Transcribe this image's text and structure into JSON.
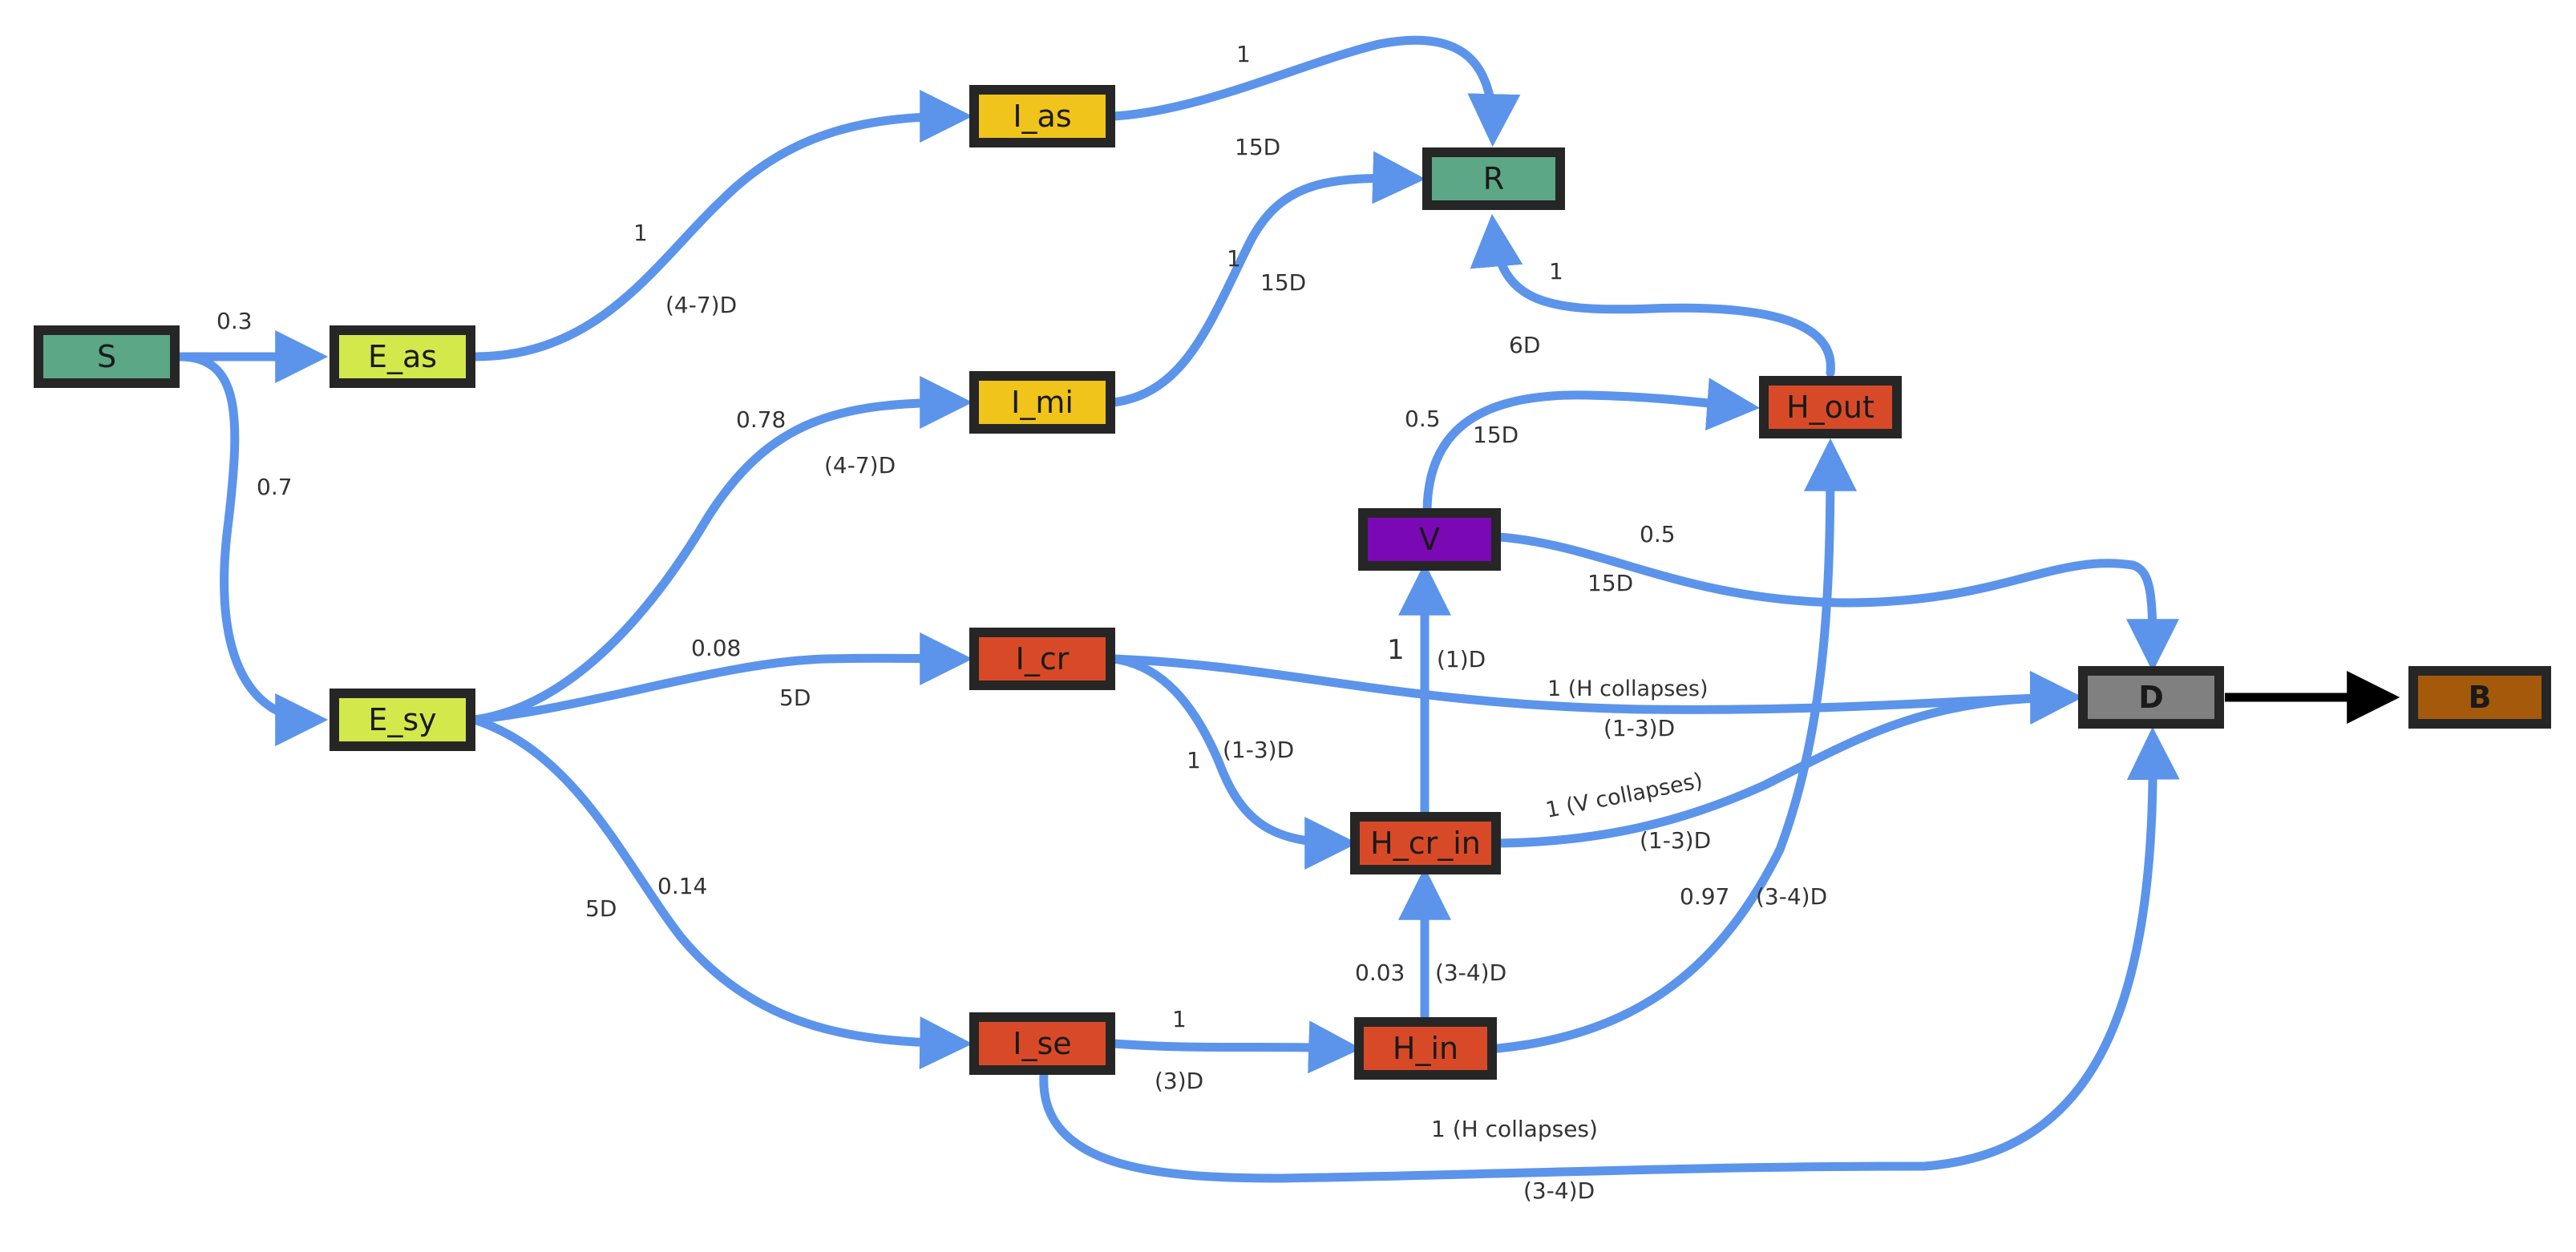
{
  "colors": {
    "edge": "#5b94ea",
    "edge_black": "#000000",
    "node_border": "#262626",
    "teal": "#5ba786",
    "lime": "#d3e84a",
    "yellow": "#f0c41b",
    "red": "#d84a27",
    "purple": "#7b08b5",
    "gray": "#808080",
    "brown": "#a45a0a"
  },
  "nodes": {
    "S": "S",
    "E_as": "E_as",
    "E_sy": "E_sy",
    "I_as": "I_as",
    "I_mi": "I_mi",
    "I_cr": "I_cr",
    "I_se": "I_se",
    "R": "R",
    "V": "V",
    "H_out": "H_out",
    "H_cr_in": "H_cr_in",
    "H_in": "H_in",
    "D": "D",
    "B": "B"
  },
  "edges": {
    "s_eas_prob": "0.3",
    "s_esy_prob": "0.7",
    "eas_ias_prob": "1",
    "eas_ias_time": "(4-7)D",
    "esy_imi_prob": "0.78",
    "esy_imi_time": "(4-7)D",
    "esy_icr_prob": "0.08",
    "esy_icr_time": "5D",
    "esy_ise_prob": "0.14",
    "esy_ise_time": "5D",
    "ias_r_prob": "1",
    "ias_r_time": "15D",
    "imi_r_prob": "1",
    "imi_r_time": "15D",
    "hout_r_prob": "1",
    "hout_r_time": "6D",
    "v_hout_prob": "0.5",
    "v_hout_time": "15D",
    "v_d_prob": "0.5",
    "v_d_time": "15D",
    "hcrin_v_prob": "1",
    "hcrin_v_time": "(1)D",
    "icr_d_prob": "1 (H collapses)",
    "icr_d_time": "(1-3)D",
    "icr_hcrin_prob": "1",
    "icr_hcrin_time": "(1-3)D",
    "hcrin_d_prob": "1 (V collapses)",
    "hcrin_d_time": "(1-3)D",
    "hin_hout_prob": "0.97",
    "hin_hout_time": "(3-4)D",
    "hin_hcrin_prob": "0.03",
    "hin_hcrin_time": "(3-4)D",
    "ise_hin_prob": "1",
    "ise_hin_time": "(3)D",
    "ise_d_prob": "1 (H collapses)",
    "ise_d_time": "(3-4)D"
  }
}
